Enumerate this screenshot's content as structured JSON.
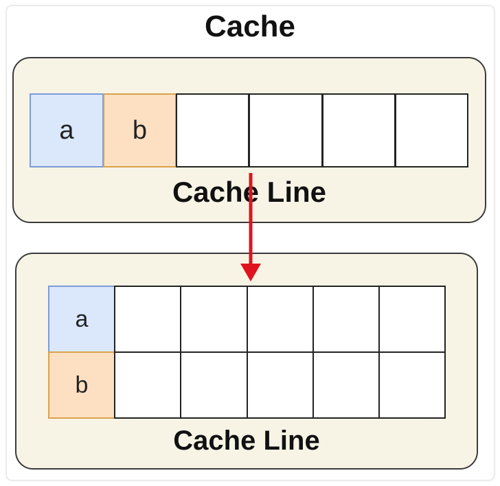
{
  "title": "Cache",
  "top_panel": {
    "caption": "Cache Line",
    "cells": [
      "a",
      "b",
      "",
      "",
      "",
      ""
    ]
  },
  "bottom_panel": {
    "caption": "Cache Line",
    "row1": [
      "a",
      "",
      "",
      "",
      "",
      ""
    ],
    "row2": [
      "b",
      "",
      "",
      "",
      "",
      ""
    ]
  },
  "colors": {
    "a_fill": "#dbe8fb",
    "b_fill": "#fde0c2",
    "panel_fill": "#f7f4e6",
    "arrow": "#e0141e"
  }
}
